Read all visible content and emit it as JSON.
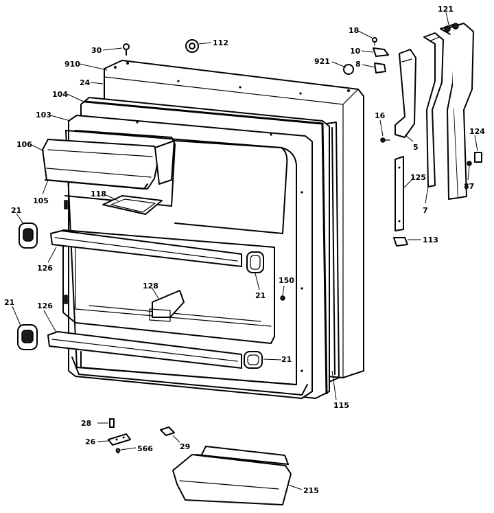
{
  "callouts": [
    {
      "id": "c-121",
      "label": "121"
    },
    {
      "id": "c-18",
      "label": "18"
    },
    {
      "id": "c-30",
      "label": "30"
    },
    {
      "id": "c-112",
      "label": "112"
    },
    {
      "id": "c-10",
      "label": "10"
    },
    {
      "id": "c-921",
      "label": "921"
    },
    {
      "id": "c-8",
      "label": "8"
    },
    {
      "id": "c-910",
      "label": "910"
    },
    {
      "id": "c-24",
      "label": "24"
    },
    {
      "id": "c-104",
      "label": "104"
    },
    {
      "id": "c-103",
      "label": "103"
    },
    {
      "id": "c-16",
      "label": "16"
    },
    {
      "id": "c-124",
      "label": "124"
    },
    {
      "id": "c-106",
      "label": "106"
    },
    {
      "id": "c-5",
      "label": "5"
    },
    {
      "id": "c-125",
      "label": "125"
    },
    {
      "id": "c-87",
      "label": "87"
    },
    {
      "id": "c-118",
      "label": "118"
    },
    {
      "id": "c-105",
      "label": "105"
    },
    {
      "id": "c-7",
      "label": "7"
    },
    {
      "id": "c-21a",
      "label": "21"
    },
    {
      "id": "c-113",
      "label": "113"
    },
    {
      "id": "c-126a",
      "label": "126"
    },
    {
      "id": "c-150",
      "label": "150"
    },
    {
      "id": "c-128",
      "label": "128"
    },
    {
      "id": "c-21b",
      "label": "21"
    },
    {
      "id": "c-21c",
      "label": "21"
    },
    {
      "id": "c-126b",
      "label": "126"
    },
    {
      "id": "c-21d",
      "label": "21"
    },
    {
      "id": "c-115",
      "label": "115"
    },
    {
      "id": "c-28",
      "label": "28"
    },
    {
      "id": "c-26",
      "label": "26"
    },
    {
      "id": "c-566",
      "label": "566"
    },
    {
      "id": "c-29",
      "label": "29"
    },
    {
      "id": "c-215",
      "label": "215"
    }
  ]
}
